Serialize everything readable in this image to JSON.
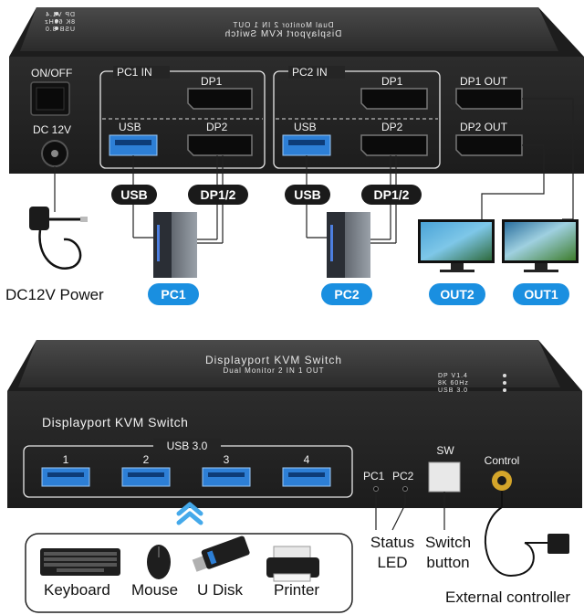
{
  "rear_panel": {
    "top_title_mirrored": "Displayport KVM Switch",
    "top_subtitle_mirrored": "Dual Monitor 2 IN 1 OUT",
    "top_specs_mirrored": [
      "DP V1.4",
      "8K 60Hz",
      "USB 3.0"
    ],
    "on_off": "ON/OFF",
    "dc": "DC 12V",
    "pc1_in": "PC1 IN",
    "pc2_in": "PC2 IN",
    "usb": "USB",
    "dp1": "DP1",
    "dp2": "DP2",
    "dp1_out": "DP1 OUT",
    "dp2_out": "DP2 OUT"
  },
  "rear_pills": {
    "usb": "USB",
    "dp12": "DP1/2",
    "pc1": "PC1",
    "pc2": "PC2",
    "out2": "OUT2",
    "out1": "OUT1"
  },
  "power_caption": "DC12V Power",
  "front_panel": {
    "top_title": "Displayport KVM Switch",
    "top_subtitle": "Dual Monitor 2 IN 1 OUT",
    "top_specs": [
      "DP V1.4",
      "8K 60Hz",
      "USB 3.0"
    ],
    "title": "Displayport KVM Switch",
    "usb_group": "USB 3.0",
    "port_numbers": [
      "1",
      "2",
      "3",
      "4"
    ],
    "pc1": "PC1",
    "pc2": "PC2",
    "sw": "SW",
    "control": "Control"
  },
  "captions": {
    "status_line1": "Status",
    "status_line2": "LED",
    "switch_line1": "Switch",
    "switch_line2": "button",
    "external": "External controller"
  },
  "peripherals": [
    "Keyboard",
    "Mouse",
    "U Disk",
    "Printer"
  ],
  "colors": {
    "accent_blue": "#1a8fe0",
    "usb_port_blue": "#2d7fd6",
    "device_body": "#222222",
    "control_gold": "#d4a52a"
  }
}
